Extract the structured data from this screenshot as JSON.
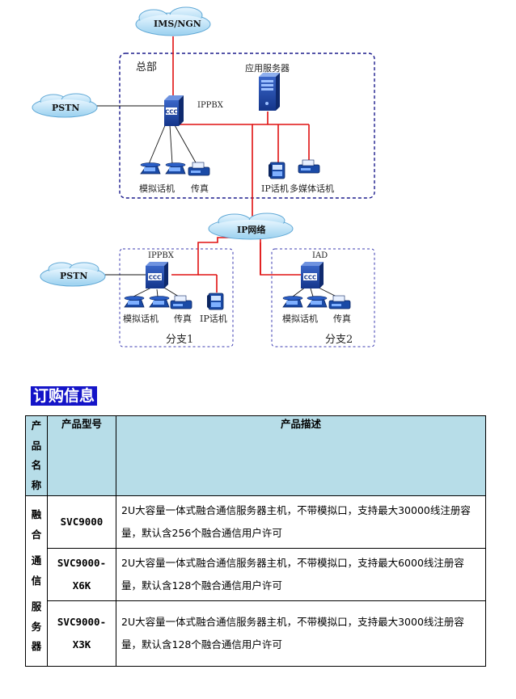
{
  "diagram": {
    "clouds": {
      "ims": "IMS/NGN",
      "pstn_top": "PSTN",
      "pstn_bottom": "PSTN",
      "ip_network": "IP网络"
    },
    "hq": {
      "title": "总部",
      "app_server": "应用服务器",
      "ippbx": "IPPBX",
      "analog_phone": "模拟话机",
      "fax": "传真",
      "ip_phone": "IP话机",
      "media_phone": "多媒体话机"
    },
    "branch1": {
      "title": "分支1",
      "ippbx": "IPPBX",
      "analog_phone": "模拟话机",
      "fax": "传真",
      "ip_phone": "IP话机"
    },
    "branch2": {
      "title": "分支2",
      "iad": "IAD",
      "analog_phone": "模拟话机",
      "fax": "传真"
    },
    "device_badge": "CCC"
  },
  "order_section": {
    "title": "订购信息",
    "table": {
      "headers": {
        "name_chars": [
          "产",
          "品",
          "名",
          "称"
        ],
        "model": "产品型号",
        "description": "产品描述"
      },
      "category_chars": [
        "融",
        "合",
        "通",
        "信",
        "服",
        "务",
        "器"
      ],
      "rows": [
        {
          "model_line1": "SVC9000",
          "model_line2": "",
          "description": "2U大容量一体式融合通信服务器主机，不带模拟口，支持最大30000线注册容量，默认含256个融合通信用户许可"
        },
        {
          "model_line1": "SVC9000-",
          "model_line2": "X6K",
          "description": "2U大容量一体式融合通信服务器主机，不带模拟口，支持最大6000线注册容量，默认含128个融合通信用户许可"
        },
        {
          "model_line1": "SVC9000-",
          "model_line2": "X3K",
          "description": "2U大容量一体式融合通信服务器主机，不带模拟口，支持最大3000线注册容量，默认含128个融合通信用户许可"
        }
      ]
    }
  }
}
